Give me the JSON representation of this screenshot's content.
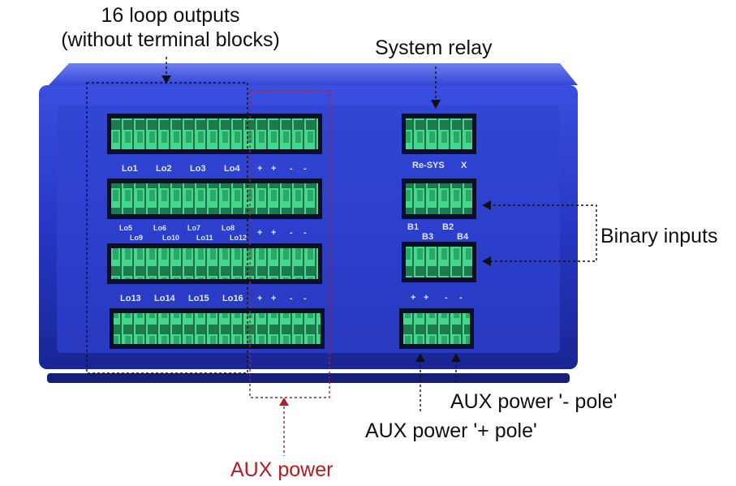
{
  "callouts": {
    "loop_outputs_line1": "16 loop outputs",
    "loop_outputs_line2": "(without terminal blocks)",
    "system_relay": "System relay",
    "binary_inputs": "Binary inputs",
    "aux_minus": "AUX power '- pole'",
    "aux_plus": "AUX power '+ pole'",
    "aux_power": "AUX power"
  },
  "panel_labels": {
    "row1": [
      "Lo1",
      "Lo2",
      "Lo3",
      "Lo4",
      "+",
      "+",
      "-",
      "-"
    ],
    "row2_top": [
      "Lo5",
      "Lo6",
      "Lo7",
      "Lo8",
      "+",
      "+",
      "-",
      "-"
    ],
    "row2_bottom": [
      "Lo9",
      "Lo10",
      "Lo11",
      "Lo12"
    ],
    "row3": [
      "Lo13",
      "Lo14",
      "Lo15",
      "Lo16",
      "+",
      "+",
      "-",
      "-"
    ],
    "relay": [
      "Re-SYS",
      "X"
    ],
    "binary_top": [
      "B1",
      "B2"
    ],
    "binary_bottom": [
      "B3",
      "B4"
    ],
    "aux": [
      "+",
      "+",
      "-",
      "-"
    ]
  },
  "colors": {
    "housing": "#2433b8",
    "panel": "#2b3ecc",
    "terminal": "#3fcf86",
    "highlight_red": "#b51c24"
  }
}
